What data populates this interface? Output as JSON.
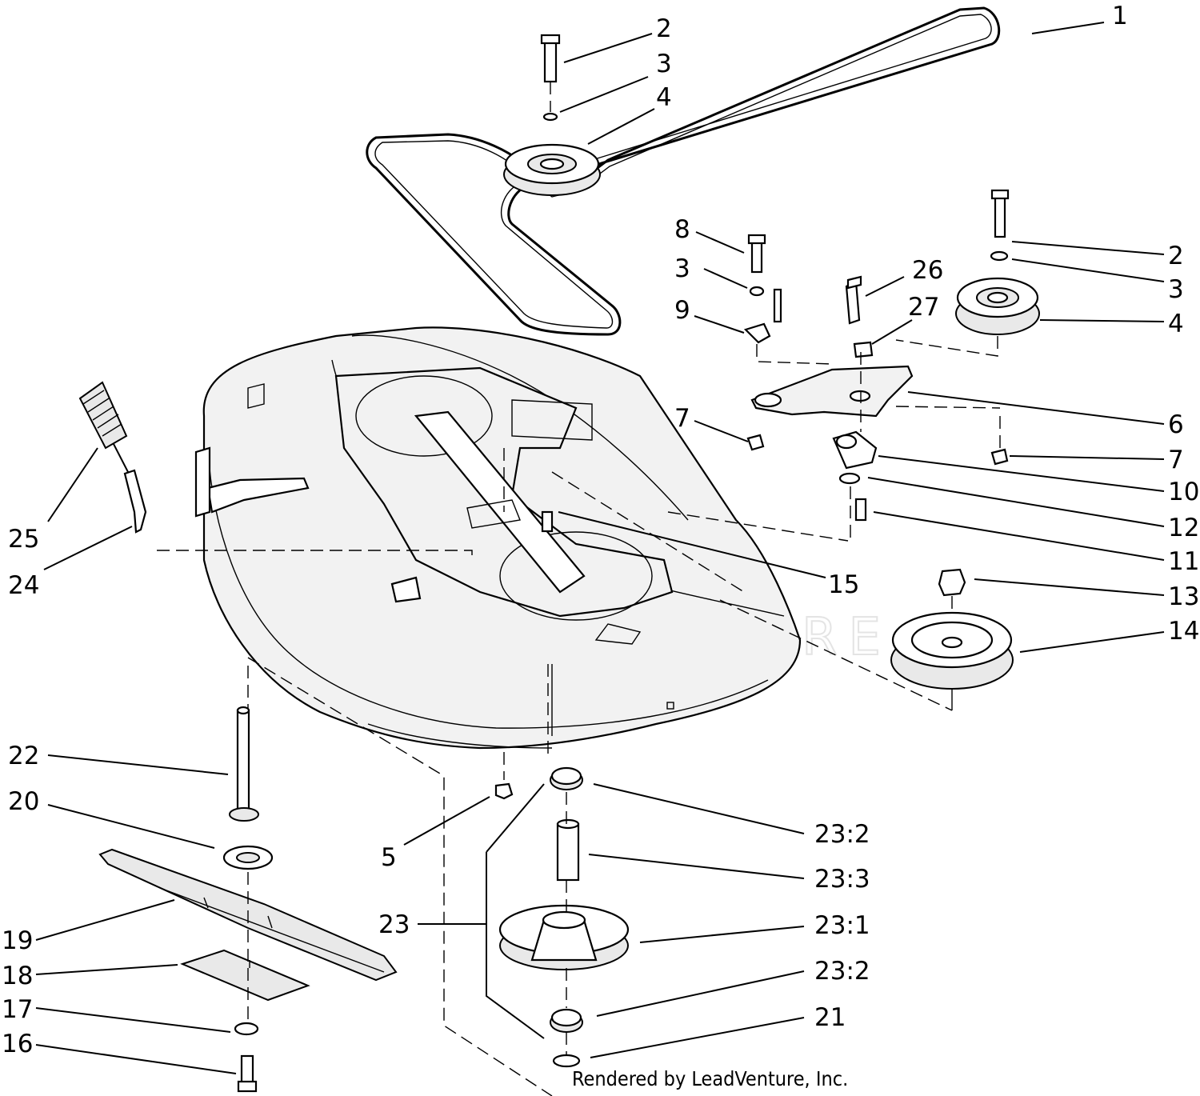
{
  "callouts": [
    {
      "id": "c1",
      "label": "1"
    },
    {
      "id": "c2a",
      "label": "2"
    },
    {
      "id": "c3a",
      "label": "3"
    },
    {
      "id": "c4a",
      "label": "4"
    },
    {
      "id": "c8",
      "label": "8"
    },
    {
      "id": "c3b",
      "label": "3"
    },
    {
      "id": "c26",
      "label": "26"
    },
    {
      "id": "c27",
      "label": "27"
    },
    {
      "id": "c9",
      "label": "9"
    },
    {
      "id": "c2b",
      "label": "2"
    },
    {
      "id": "c3c",
      "label": "3"
    },
    {
      "id": "c4b",
      "label": "4"
    },
    {
      "id": "c7a",
      "label": "7"
    },
    {
      "id": "c6",
      "label": "6"
    },
    {
      "id": "c7b",
      "label": "7"
    },
    {
      "id": "c10",
      "label": "10"
    },
    {
      "id": "c12",
      "label": "12"
    },
    {
      "id": "c11",
      "label": "11"
    },
    {
      "id": "c25",
      "label": "25"
    },
    {
      "id": "c24",
      "label": "24"
    },
    {
      "id": "c15",
      "label": "15"
    },
    {
      "id": "c13",
      "label": "13"
    },
    {
      "id": "c14",
      "label": "14"
    },
    {
      "id": "c22",
      "label": "22"
    },
    {
      "id": "c20",
      "label": "20"
    },
    {
      "id": "c5",
      "label": "5"
    },
    {
      "id": "c23_2a",
      "label": "23:2"
    },
    {
      "id": "c23_3",
      "label": "23:3"
    },
    {
      "id": "c23",
      "label": "23"
    },
    {
      "id": "c23_1",
      "label": "23:1"
    },
    {
      "id": "c19",
      "label": "19"
    },
    {
      "id": "c18",
      "label": "18"
    },
    {
      "id": "c23_2b",
      "label": "23:2"
    },
    {
      "id": "c17",
      "label": "17"
    },
    {
      "id": "c21",
      "label": "21"
    },
    {
      "id": "c16",
      "label": "16"
    }
  ],
  "credit": "Rendered by LeadVenture, Inc.",
  "watermark": "LEADVENTURE"
}
